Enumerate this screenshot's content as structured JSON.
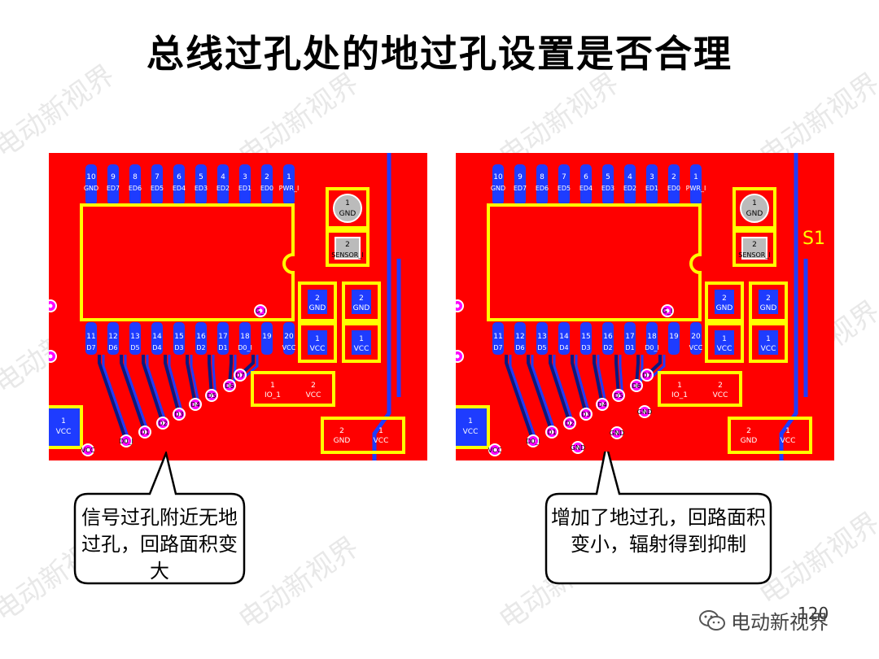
{
  "slide": {
    "title": "总线过孔处的地过孔设置是否合理",
    "page_number": "120"
  },
  "pcb_left": {
    "header_pins": [
      "10",
      "9",
      "8",
      "7",
      "6",
      "5",
      "4",
      "3",
      "2",
      "1"
    ],
    "header_nets": [
      "GND",
      "ED7",
      "ED6",
      "ED5",
      "ED4",
      "ED3",
      "ED2",
      "ED1",
      "ED0",
      "PWR_I"
    ],
    "bottom_pins": [
      "11",
      "12",
      "13",
      "14",
      "15",
      "16",
      "17",
      "18",
      "19",
      "20"
    ],
    "bottom_nets": [
      "D7",
      "D6",
      "D5",
      "D4",
      "D3",
      "D2",
      "D1",
      "D0_I",
      "",
      "VCC"
    ],
    "pad_gnd": "GND",
    "pad_sensor": "SENSOR_I",
    "pad_1": "1",
    "pad_2": "2",
    "io_net": "IO_1",
    "vcc": "VCC",
    "via_labels": [
      "D7",
      "D6",
      "D5",
      "D4",
      "D3",
      "D2",
      "D1",
      "D0_I",
      "G_I"
    ]
  },
  "pcb_right": {
    "silkscreen_label": "S1",
    "extra_via_label": "GND"
  },
  "callout_left": {
    "text": "信号过孔附近无地过孔，回路面积变大"
  },
  "callout_right": {
    "text": "增加了地过孔，回路面积变小，辐射得到抑制"
  },
  "brand": {
    "name": "电动新视界"
  },
  "watermark": {
    "text": "电动新视界"
  },
  "colors": {
    "copper_top": "#ff0000",
    "trace": "#1e3cff",
    "pad_outline": "#ffff00",
    "silkscreen": "#ffff00",
    "via": "#ff00ff"
  }
}
